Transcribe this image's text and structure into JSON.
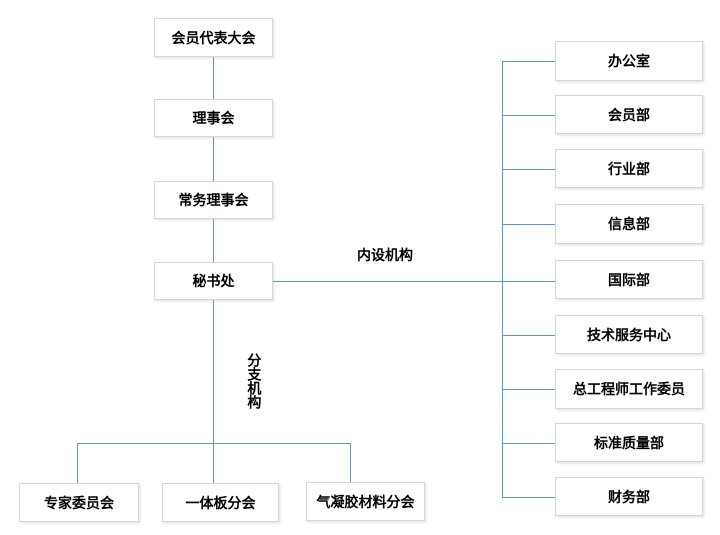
{
  "org": {
    "left_chain": [
      "会员代表大会",
      "理事会",
      "常务理事会",
      "秘书处"
    ],
    "internal": {
      "label": "内设机构",
      "items": [
        "办公室",
        "会员部",
        "行业部",
        "信息部",
        "国际部",
        "技术服务中心",
        "总工程师工作委员",
        "标准质量部",
        "财务部"
      ]
    },
    "branch": {
      "label": "分支机构",
      "items": [
        "专家委员会",
        "一体板分会",
        "气凝胶材料分会"
      ]
    },
    "colors": {
      "connector_blue": "#5b9bd5",
      "box_border": "#d6d6d6",
      "text": "#000000",
      "background": "#ffffff"
    }
  }
}
